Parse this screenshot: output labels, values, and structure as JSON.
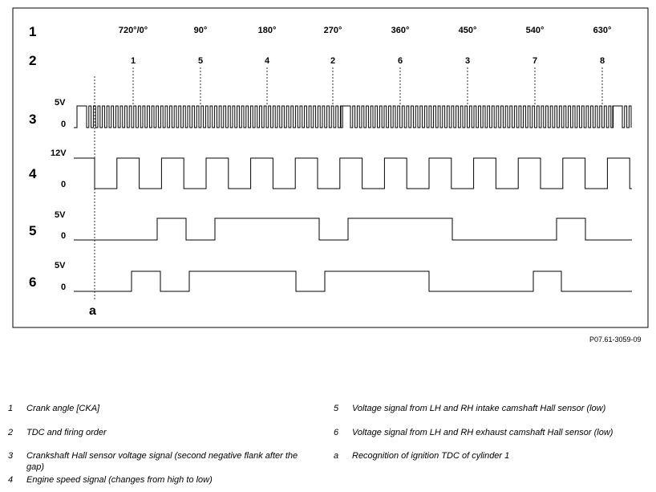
{
  "diagram": {
    "row_numbers": [
      "1",
      "2",
      "3",
      "4",
      "5",
      "6"
    ],
    "crank_angles": [
      "720°/0°",
      "90°",
      "180°",
      "270°",
      "360°",
      "450°",
      "540°",
      "630°"
    ],
    "firing_order": [
      "1",
      "5",
      "4",
      "2",
      "6",
      "3",
      "7",
      "8"
    ],
    "signal_labels": {
      "row3_high": "5V",
      "row3_low": "0",
      "row4_high": "12V",
      "row4_low": "0",
      "row5_high": "5V",
      "row5_low": "0",
      "row6_high": "5V",
      "row6_low": "0"
    },
    "marker_label": "a"
  },
  "figure_id": "P07.61-3059-09",
  "legend": [
    {
      "key": "1",
      "text": "Crank angle [CKA]"
    },
    {
      "key": "2",
      "text": "TDC and firing order"
    },
    {
      "key": "3",
      "text": "Crankshaft Hall sensor voltage signal (second negative flank after the gap)"
    },
    {
      "key": "4",
      "text": "Engine speed signal (changes from high to low)"
    },
    {
      "key": "5",
      "text": "Voltage signal from LH and RH intake camshaft Hall sensor (low)"
    },
    {
      "key": "6",
      "text": "Voltage signal from LH and RH exhaust camshaft Hall sensor (low)"
    },
    {
      "key": "a",
      "text": "Recognition of ignition TDC of cylinder 1"
    }
  ]
}
